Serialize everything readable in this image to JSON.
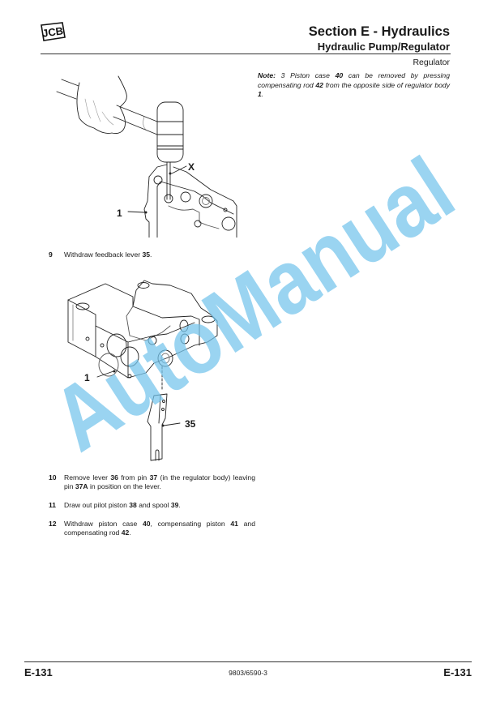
{
  "header": {
    "logo": "JCB",
    "section_title": "Section E - Hydraulics",
    "subsection_title": "Hydraulic Pump/Regulator",
    "topic": "Regulator"
  },
  "note": {
    "label": "Note:",
    "text_1": " 3 Piston case ",
    "ref_1": "40",
    "text_2": " can be removed by pressing compensating rod ",
    "ref_2": "42",
    "text_3": " from the opposite side of regulator body ",
    "ref_3": "1",
    "text_4": "."
  },
  "figures": [
    {
      "name": "figure-hammer-regulator",
      "callouts": [
        "X",
        "1"
      ]
    },
    {
      "name": "figure-feedback-lever",
      "callouts": [
        "1",
        "35"
      ]
    }
  ],
  "steps": [
    {
      "number": "9",
      "parts": [
        {
          "t": "Withdraw feedback lever "
        },
        {
          "b": "35"
        },
        {
          "t": "."
        }
      ]
    },
    {
      "number": "10",
      "parts": [
        {
          "t": "Remove lever "
        },
        {
          "b": "36"
        },
        {
          "t": " from pin "
        },
        {
          "b": "37"
        },
        {
          "t": " (in the regulator body) leaving pin "
        },
        {
          "b": "37A"
        },
        {
          "t": " in position on the lever."
        }
      ]
    },
    {
      "number": "11",
      "parts": [
        {
          "t": "Draw out pilot piston "
        },
        {
          "b": "38"
        },
        {
          "t": " and spool "
        },
        {
          "b": "39"
        },
        {
          "t": "."
        }
      ]
    },
    {
      "number": "12",
      "parts": [
        {
          "t": "Withdraw piston case "
        },
        {
          "b": "40"
        },
        {
          "t": ", compensating piston "
        },
        {
          "b": "41"
        },
        {
          "t": " and compensating rod "
        },
        {
          "b": "42"
        },
        {
          "t": "."
        }
      ]
    }
  ],
  "footer": {
    "page_left": "E-131",
    "doc_number": "9803/6590-3",
    "page_right": "E-131"
  },
  "watermark": {
    "text": "AutoManual",
    "color": "#74c4ec"
  }
}
